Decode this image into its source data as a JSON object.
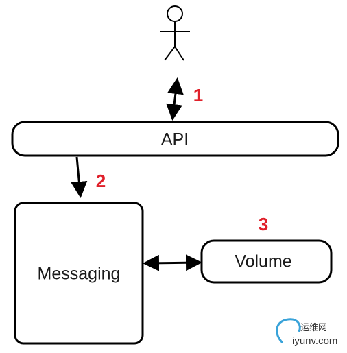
{
  "nodes": {
    "api": "API",
    "messaging": "Messaging",
    "volume": "Volume"
  },
  "steps": [
    "1",
    "2",
    "3"
  ],
  "watermark": {
    "line1": "运维网",
    "line2": "iyunv.com"
  },
  "colors": {
    "step": "#e0202a",
    "stroke": "#000000",
    "watermark_swoosh": "#3aa3d9"
  }
}
